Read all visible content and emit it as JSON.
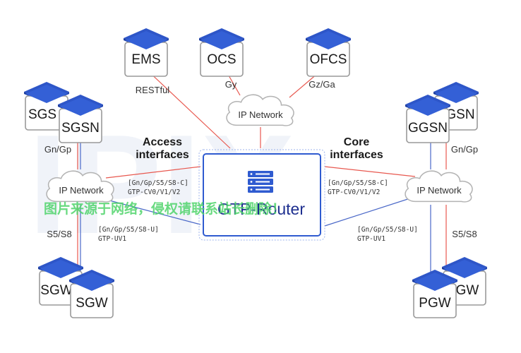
{
  "colors": {
    "red_line": "#e8584f",
    "blue_line": "#4a68c8",
    "node_top": "#2e56c8",
    "router_border": "#2f5bd0"
  },
  "background_watermark": "IPIX",
  "router": {
    "label": "GTP-Router",
    "icon": "server-rack-icon"
  },
  "top_nodes": [
    {
      "label": "EMS",
      "interface": "RESTful"
    },
    {
      "label": "OCS",
      "interface": "Gy"
    },
    {
      "label": "OFCS",
      "interface": "Gz/Ga"
    }
  ],
  "clouds": {
    "top": "IP Network",
    "left": "IP Network",
    "right": "IP Network"
  },
  "left": {
    "heading_line1": "Access",
    "heading_line2": "interfaces",
    "sgs": "SGS",
    "sgsn": "SGSN",
    "upper_interface": "Gn/Gp",
    "lower_interface": "S5/S8",
    "sgw_back": "SGW",
    "sgw_front": "SGW",
    "control_line1": "[Gn/Gp/S5/S8-C]",
    "control_line2": "GTP-CV0/V1/V2",
    "user_line1": "[Gn/Gp/S5/S8-U]",
    "user_line2": "GTP-UV1"
  },
  "right": {
    "heading_line1": "Core",
    "heading_line2": "interfaces",
    "ggsn": "GGSN",
    "gsn": "GSN",
    "upper_interface": "Gn/Gp",
    "lower_interface": "S5/S8",
    "pgw": "PGW",
    "gw": "GW",
    "control_line1": "[Gn/Gp/S5/S8-C]",
    "control_line2": "GTP-CV0/V1/V2",
    "user_line1": "[Gn/Gp/S5/S8-U]",
    "user_line2": "GTP-UV1"
  },
  "overlay_watermark": "图片来源于网络，侵权请联系站长删除！"
}
